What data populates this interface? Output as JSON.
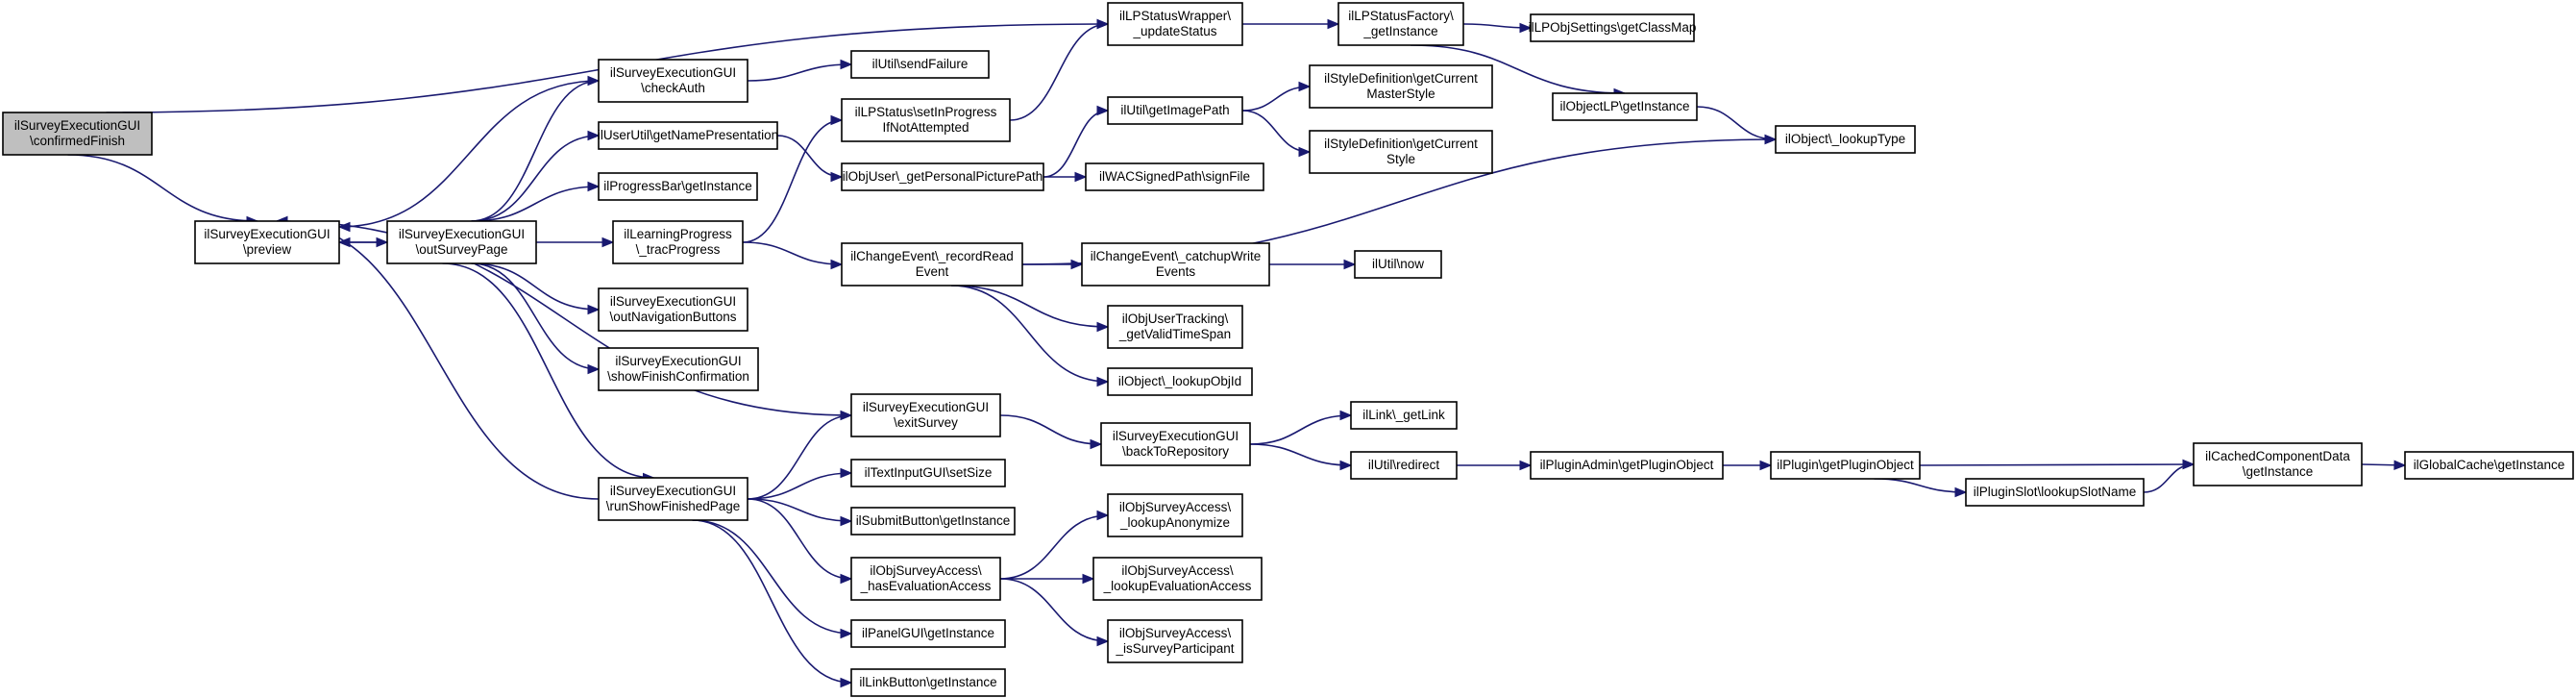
{
  "graph": {
    "nodes": [
      {
        "id": "confirmedFinish",
        "lines": [
          "ilSurveyExecutionGUI",
          "\\confirmedFinish"
        ],
        "root": true
      },
      {
        "id": "preview",
        "lines": [
          "ilSurveyExecutionGUI",
          "\\preview"
        ]
      },
      {
        "id": "outSurveyPage",
        "lines": [
          "ilSurveyExecutionGUI",
          "\\outSurveyPage"
        ]
      },
      {
        "id": "checkAuth",
        "lines": [
          "ilSurveyExecutionGUI",
          "\\checkAuth"
        ]
      },
      {
        "id": "sendFailure",
        "lines": [
          "ilUtil\\sendFailure"
        ]
      },
      {
        "id": "getNamePresentation",
        "lines": [
          "ilUserUtil\\getNamePresentation"
        ]
      },
      {
        "id": "progressBar",
        "lines": [
          "ilProgressBar\\getInstance"
        ]
      },
      {
        "id": "tracProgress",
        "lines": [
          "ilLearningProgress",
          "\\_tracProgress"
        ]
      },
      {
        "id": "outNavigationButtons",
        "lines": [
          "ilSurveyExecutionGUI",
          "\\outNavigationButtons"
        ]
      },
      {
        "id": "showFinishConfirmation",
        "lines": [
          "ilSurveyExecutionGUI",
          "\\showFinishConfirmation"
        ]
      },
      {
        "id": "runShowFinishedPage",
        "lines": [
          "ilSurveyExecutionGUI",
          "\\runShowFinishedPage"
        ]
      },
      {
        "id": "updateStatus",
        "lines": [
          "ilLPStatusWrapper\\",
          "_updateStatus"
        ]
      },
      {
        "id": "setInProgress",
        "lines": [
          "ilLPStatus\\setInProgress",
          "IfNotAttempted"
        ]
      },
      {
        "id": "personalPicture",
        "lines": [
          "ilObjUser\\_getPersonalPicturePath"
        ]
      },
      {
        "id": "recordReadEvent",
        "lines": [
          "ilChangeEvent\\_recordRead",
          "Event"
        ]
      },
      {
        "id": "exitSurvey",
        "lines": [
          "ilSurveyExecutionGUI",
          "\\exitSurvey"
        ]
      },
      {
        "id": "setSize",
        "lines": [
          "ilTextInputGUI\\setSize"
        ]
      },
      {
        "id": "submitButton",
        "lines": [
          "ilSubmitButton\\getInstance"
        ]
      },
      {
        "id": "hasEvaluationAccess",
        "lines": [
          "ilObjSurveyAccess\\",
          "_hasEvaluationAccess"
        ]
      },
      {
        "id": "panelGUI",
        "lines": [
          "ilPanelGUI\\getInstance"
        ]
      },
      {
        "id": "linkButton",
        "lines": [
          "ilLinkButton\\getInstance"
        ]
      },
      {
        "id": "lpStatusFactory",
        "lines": [
          "ilLPStatusFactory\\",
          "_getInstance"
        ]
      },
      {
        "id": "getImagePath",
        "lines": [
          "ilUtil\\getImagePath"
        ]
      },
      {
        "id": "signFile",
        "lines": [
          "ilWACSignedPath\\signFile"
        ]
      },
      {
        "id": "catchupWriteEvents",
        "lines": [
          "ilChangeEvent\\_catchupWrite",
          "Events"
        ]
      },
      {
        "id": "getValidTimeSpan",
        "lines": [
          "ilObjUserTracking\\",
          "_getValidTimeSpan"
        ]
      },
      {
        "id": "lookupObjId",
        "lines": [
          "ilObject\\_lookupObjId"
        ]
      },
      {
        "id": "backToRepository",
        "lines": [
          "ilSurveyExecutionGUI",
          "\\backToRepository"
        ]
      },
      {
        "id": "lookupAnonymize",
        "lines": [
          "ilObjSurveyAccess\\",
          "_lookupAnonymize"
        ]
      },
      {
        "id": "lookupEvaluationAccess",
        "lines": [
          "ilObjSurveyAccess\\",
          "_lookupEvaluationAccess"
        ]
      },
      {
        "id": "isSurveyParticipant",
        "lines": [
          "ilObjSurveyAccess\\",
          "_isSurveyParticipant"
        ]
      },
      {
        "id": "getClassMap",
        "lines": [
          "ilLPObjSettings\\getClassMap"
        ]
      },
      {
        "id": "objectLP",
        "lines": [
          "ilObjectLP\\getInstance"
        ]
      },
      {
        "id": "currentMasterStyle",
        "lines": [
          "ilStyleDefinition\\getCurrent",
          "MasterStyle"
        ]
      },
      {
        "id": "currentStyle",
        "lines": [
          "ilStyleDefinition\\getCurrent",
          "Style"
        ]
      },
      {
        "id": "utilNow",
        "lines": [
          "ilUtil\\now"
        ]
      },
      {
        "id": "getLink",
        "lines": [
          "ilLink\\_getLink"
        ]
      },
      {
        "id": "redirect",
        "lines": [
          "ilUtil\\redirect"
        ]
      },
      {
        "id": "lookupType",
        "lines": [
          "ilObject\\_lookupType"
        ]
      },
      {
        "id": "pluginAdmin",
        "lines": [
          "ilPluginAdmin\\getPluginObject"
        ]
      },
      {
        "id": "pluginGet",
        "lines": [
          "ilPlugin\\getPluginObject"
        ]
      },
      {
        "id": "lookupSlotName",
        "lines": [
          "ilPluginSlot\\lookupSlotName"
        ]
      },
      {
        "id": "cachedComponentData",
        "lines": [
          "ilCachedComponentData",
          "\\getInstance"
        ]
      },
      {
        "id": "globalCache",
        "lines": [
          "ilGlobalCache\\getInstance"
        ]
      }
    ],
    "edges": [
      [
        "confirmedFinish",
        "preview"
      ],
      [
        "confirmedFinish",
        "updateStatus"
      ],
      [
        "preview",
        "outSurveyPage"
      ],
      [
        "outSurveyPage",
        "preview"
      ],
      [
        "outSurveyPage",
        "checkAuth"
      ],
      [
        "outSurveyPage",
        "getNamePresentation"
      ],
      [
        "outSurveyPage",
        "progressBar"
      ],
      [
        "outSurveyPage",
        "tracProgress"
      ],
      [
        "outSurveyPage",
        "outNavigationButtons"
      ],
      [
        "outSurveyPage",
        "showFinishConfirmation"
      ],
      [
        "outSurveyPage",
        "runShowFinishedPage"
      ],
      [
        "checkAuth",
        "preview"
      ],
      [
        "checkAuth",
        "sendFailure"
      ],
      [
        "getNamePresentation",
        "personalPicture"
      ],
      [
        "tracProgress",
        "setInProgress"
      ],
      [
        "tracProgress",
        "recordReadEvent"
      ],
      [
        "runShowFinishedPage",
        "preview"
      ],
      [
        "runShowFinishedPage",
        "exitSurvey"
      ],
      [
        "runShowFinishedPage",
        "setSize"
      ],
      [
        "runShowFinishedPage",
        "submitButton"
      ],
      [
        "runShowFinishedPage",
        "hasEvaluationAccess"
      ],
      [
        "runShowFinishedPage",
        "panelGUI"
      ],
      [
        "runShowFinishedPage",
        "linkButton"
      ],
      [
        "exitSurvey",
        "preview"
      ],
      [
        "exitSurvey",
        "backToRepository"
      ],
      [
        "setInProgress",
        "updateStatus"
      ],
      [
        "updateStatus",
        "lpStatusFactory"
      ],
      [
        "lpStatusFactory",
        "getClassMap"
      ],
      [
        "lpStatusFactory",
        "objectLP"
      ],
      [
        "objectLP",
        "lookupType"
      ],
      [
        "personalPicture",
        "getImagePath"
      ],
      [
        "personalPicture",
        "signFile"
      ],
      [
        "getImagePath",
        "currentMasterStyle"
      ],
      [
        "getImagePath",
        "currentStyle"
      ],
      [
        "recordReadEvent",
        "lookupType"
      ],
      [
        "recordReadEvent",
        "catchupWriteEvents"
      ],
      [
        "recordReadEvent",
        "getValidTimeSpan"
      ],
      [
        "recordReadEvent",
        "lookupObjId"
      ],
      [
        "catchupWriteEvents",
        "utilNow"
      ],
      [
        "backToRepository",
        "getLink"
      ],
      [
        "backToRepository",
        "redirect"
      ],
      [
        "redirect",
        "pluginAdmin"
      ],
      [
        "pluginAdmin",
        "pluginGet"
      ],
      [
        "pluginGet",
        "cachedComponentData"
      ],
      [
        "pluginGet",
        "lookupSlotName"
      ],
      [
        "lookupSlotName",
        "cachedComponentData"
      ],
      [
        "cachedComponentData",
        "globalCache"
      ],
      [
        "hasEvaluationAccess",
        "lookupAnonymize"
      ],
      [
        "hasEvaluationAccess",
        "lookupEvaluationAccess"
      ],
      [
        "hasEvaluationAccess",
        "isSurveyParticipant"
      ]
    ]
  }
}
